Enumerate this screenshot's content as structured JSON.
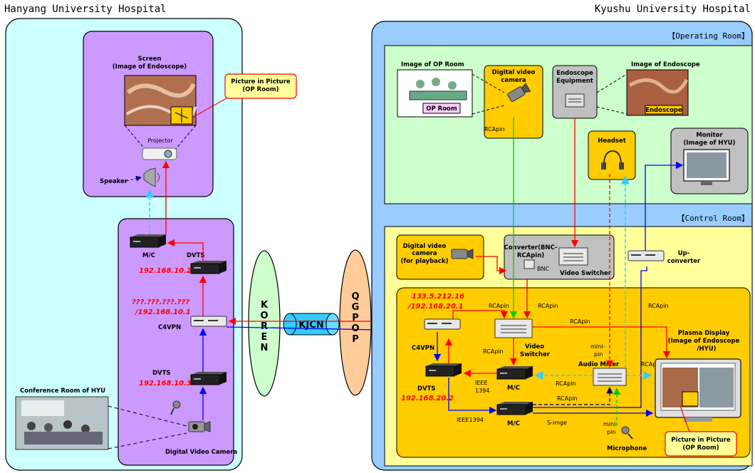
{
  "headers": {
    "left": "Hanyang University Hospital",
    "right": "Kyushu University Hospital"
  },
  "rooms": {
    "operating": "【Operating Room】",
    "control": "【Control Room】"
  },
  "hyu": {
    "screen": [
      "Screen",
      "(Image of Endoscope)"
    ],
    "pip_callout": [
      "Picture in Picture",
      "(OP Room)"
    ],
    "projector": "Projector",
    "speaker": "Speaker",
    "mc": "M/C",
    "dvts_top": "DVTS",
    "ip_dvts_top": "192.168.10.2",
    "ip_c4vpn": [
      "???.???.???.???",
      "/192.168.10.1"
    ],
    "c4vpn": "C4VPN",
    "dvts_bottom": "DVTS",
    "ip_dvts_bottom": "192.168.10.3",
    "conference_room": "Conference Room of HYU",
    "camera": "Digital Video Camera"
  },
  "network": {
    "koren": [
      "K",
      "O",
      "R",
      "E",
      "N"
    ],
    "kjcn": "KJCN",
    "qgpop": [
      "Q",
      "G",
      "P",
      "O",
      "P"
    ]
  },
  "or": {
    "image_op": "Image of OP Room",
    "op_room": "OP Room",
    "dv_camera": [
      "Digital video",
      "camera"
    ],
    "rca_pin": "RCApin",
    "endoscope_equipment": [
      "Endoscope",
      "Equipment"
    ],
    "image_endoscope": "Image of Endoscope",
    "endoscope": "Endoscope",
    "headset": "Headset",
    "monitor": [
      "Monitor",
      "(Image of HYU)"
    ]
  },
  "cr": {
    "dv_playback": [
      "Digital video",
      "camera",
      "(for playback)"
    ],
    "converter": [
      "Converter(BNC-",
      "RCApin)"
    ],
    "bnc": "BNC",
    "video_switcher_top": "Video Switcher",
    "upconverter": [
      "Up-",
      "converter"
    ],
    "ip_c4vpn": [
      "133.5.212.16",
      "/192.168.20.1"
    ],
    "c4vpn": "C4VPN",
    "rca1": "RCApin",
    "rca2": "RCApin",
    "rca3": "RCApin",
    "rca4": "RCApin",
    "rca5": "RCApin",
    "rca6": "RCApin",
    "rca7": "RCApin",
    "rca8": "RCApin",
    "video_switcher": [
      "Video",
      "Switcher"
    ],
    "mini_pin_top": [
      "mini-",
      "pin"
    ],
    "audio_mixer": "Audio Mixer",
    "plasma": [
      "Plasma Display",
      "(Image of Endoscope",
      "/HYU)"
    ],
    "dvts": "DVTS",
    "ip_dvts": "192.168.20.2",
    "ieee_a": [
      "IEEE",
      "1394"
    ],
    "ieee_b": "IEEE1394",
    "mc1": "M/C",
    "mc2": "M/C",
    "s_image": "S-imge",
    "mini_pin_bottom": [
      "mini-",
      "pin"
    ],
    "microphone": "Microphone",
    "pip_callout": [
      "Picture in Picture",
      "(OP Room)"
    ]
  },
  "colors": {
    "red": "#ff0000",
    "blue": "#0000ff",
    "green": "#00cc00",
    "cyan": "#33ccff",
    "purple": "#cc99ff",
    "yellow": "#ffcc00",
    "lightgreen": "#ccffcc",
    "skyblue": "#99ccff"
  }
}
